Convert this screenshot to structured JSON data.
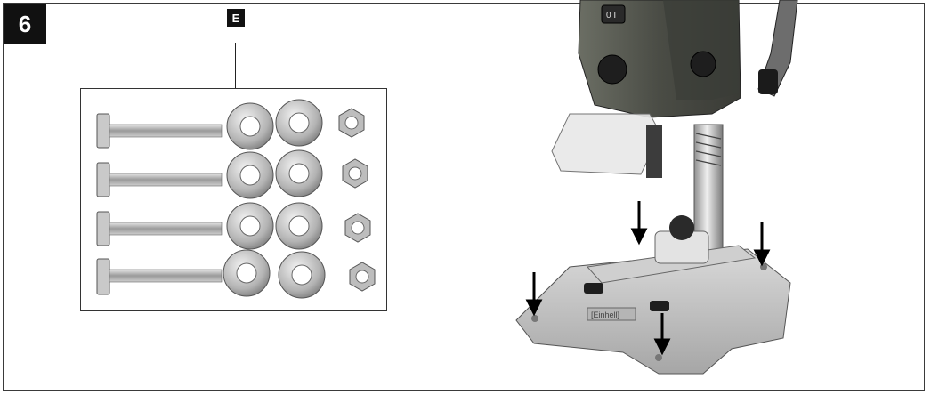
{
  "figure": {
    "number": "6"
  },
  "parts": {
    "label": "E"
  },
  "drill": {
    "brand_plate": "[Einhell]",
    "switch_label": "0 I"
  },
  "icons": [
    "bolt-icon",
    "washer-icon",
    "hex-nut-icon",
    "arrow-down-icon"
  ],
  "colors": {
    "black": "#111111",
    "metal": "#b9b9b9",
    "body": "#5a5d54"
  }
}
